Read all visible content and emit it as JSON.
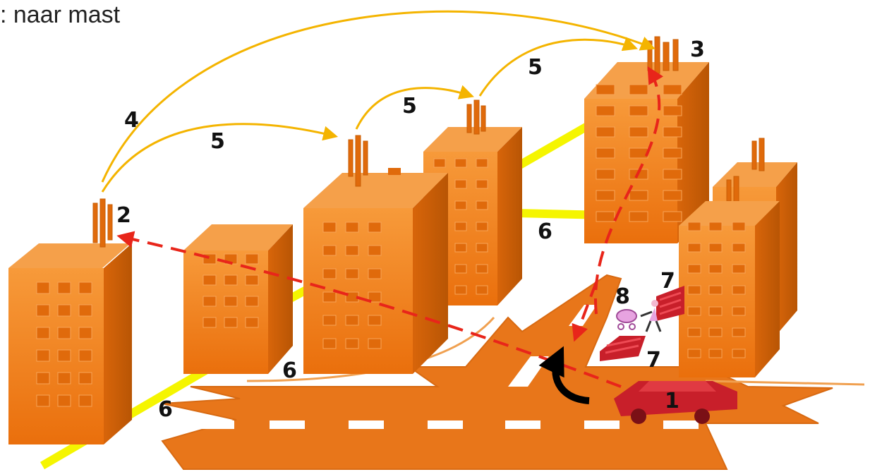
{
  "title": ": naar mast",
  "labels": {
    "car": "1",
    "mast_left": "2",
    "mast_right": "3",
    "hop_long": "4",
    "hop_a": "5",
    "hop_b": "5",
    "hop_c": "5",
    "cable_a": "6",
    "cable_b": "6",
    "cable_c": "6",
    "crossing_top": "7",
    "crossing_bottom": "7",
    "pedestrian": "8"
  },
  "colors": {
    "building": "#f07d16",
    "building_dark": "#c95e05",
    "window": "#e8700c",
    "road": "#e8761a",
    "cable": "#f5f500",
    "hop_arrow": "#f4b400",
    "signal_path": "#e8251a",
    "car": "#cc1f2b",
    "turn_arrow": "#000000"
  }
}
